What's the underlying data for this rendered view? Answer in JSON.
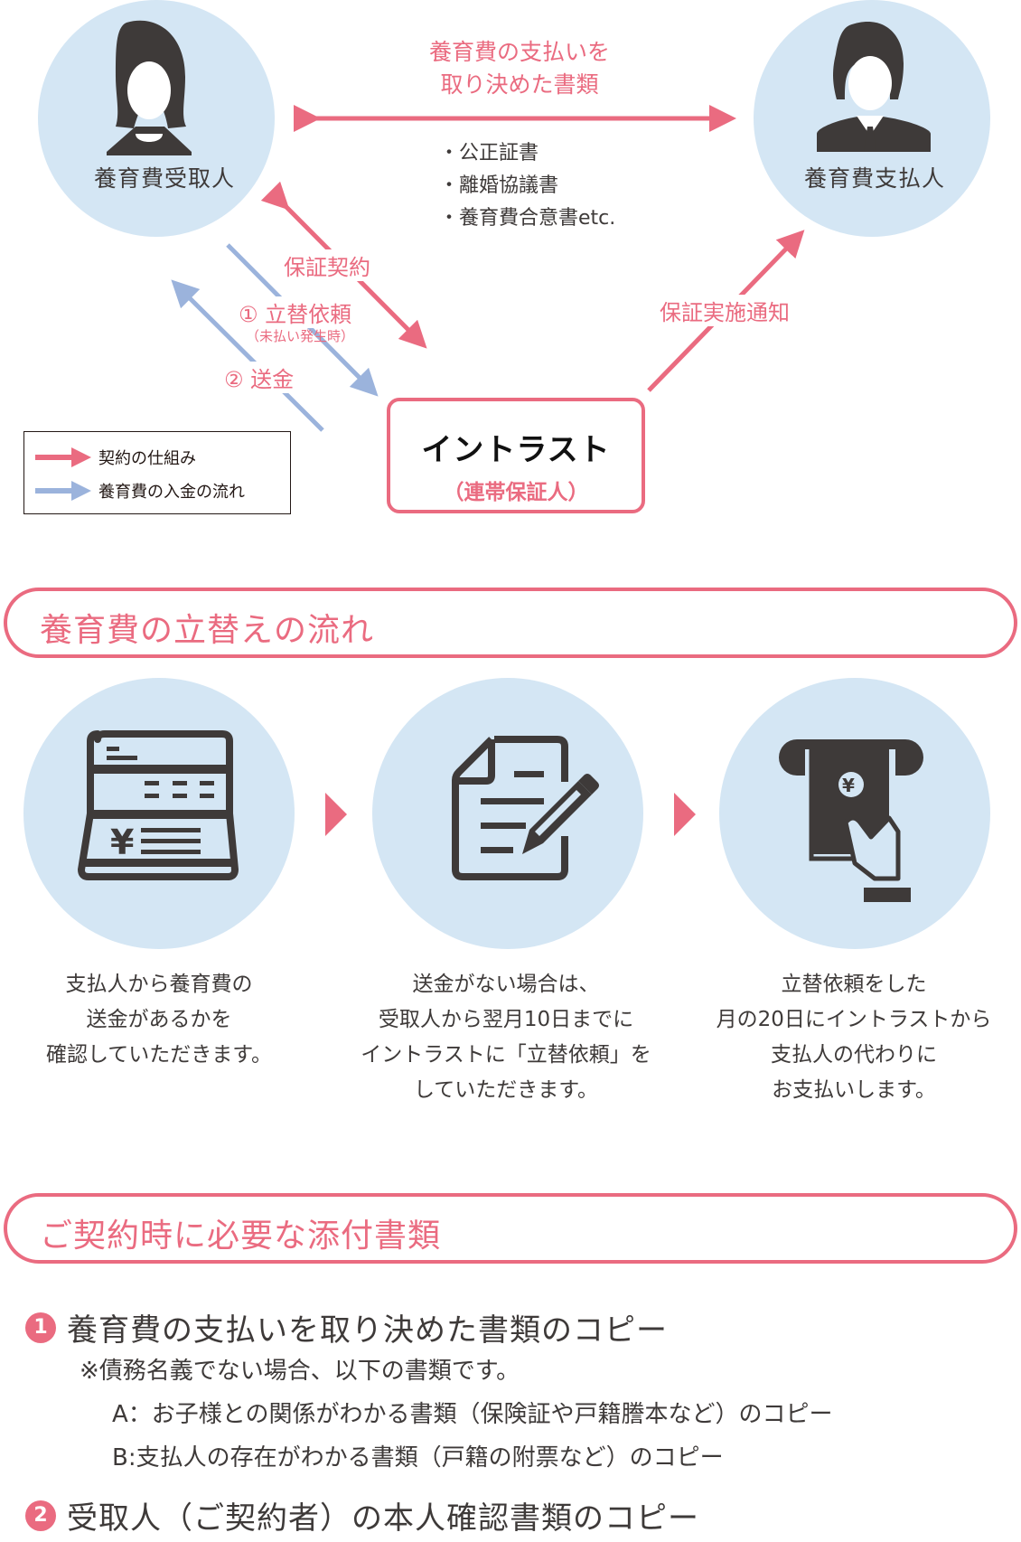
{
  "diagram": {
    "receiver": {
      "label": "養育費受取人",
      "icon": "woman-avatar-icon"
    },
    "payer": {
      "label": "養育費支払人",
      "icon": "man-avatar-icon"
    },
    "agreement_doc": {
      "title_line1": "養育費の支払いを",
      "title_line2": "取り決めた書類",
      "examples": [
        "・公正証書",
        "・離婚協議書",
        "・養育費合意書etc."
      ]
    },
    "arrows": {
      "guarantee_contract": "保証契約",
      "request": "① 立替依頼",
      "request_note": "（未払い発生時）",
      "remittance": "② 送金",
      "guarantee_notice": "保証実施通知"
    },
    "guarantor": {
      "name": "イントラスト",
      "role": "（連帯保証人）"
    },
    "legend": {
      "items": [
        {
          "label": "契約の仕組み",
          "color": "#ea6b80"
        },
        {
          "label": "養育費の入金の流れ",
          "color": "#9bb3dc"
        }
      ]
    }
  },
  "flow_section": {
    "title": "養育費の立替えの流れ",
    "steps": [
      {
        "icon": "bank-passbook-yen-icon",
        "lines": [
          "支払人から養育費の",
          "送金があるかを",
          "確認していただきます。"
        ]
      },
      {
        "icon": "document-pencil-icon",
        "lines": [
          "送金がない場合は、",
          "受取人から翌月10日までに",
          "イントラストに「立替依頼」を",
          "していただきます。"
        ]
      },
      {
        "icon": "atm-cash-hand-icon",
        "lines": [
          "立替依頼をした",
          "月の20日にイントラストから",
          "支払人の代わりに",
          "お支払いします。"
        ]
      }
    ]
  },
  "documents_section": {
    "title": "ご契約時に必要な添付書類",
    "items": [
      {
        "number": "1",
        "title": "養育費の支払いを取り決めた書類のコピー",
        "note": "※債務名義でない場合、以下の書類です。",
        "sub_items": [
          "A：お子様との関係がわかる書類（保険証や戸籍謄本など）のコピー",
          "B:支払人の存在がわかる書類（戸籍の附票など）のコピー"
        ]
      },
      {
        "number": "2",
        "title": "受取人（ご契約者）の本人確認書類のコピー"
      }
    ]
  },
  "colors": {
    "accent_pink": "#ea6b80",
    "flow_blue": "#9bb3dc",
    "circle_bg": "#d4e6f4",
    "text_dark": "#3e3a39"
  }
}
